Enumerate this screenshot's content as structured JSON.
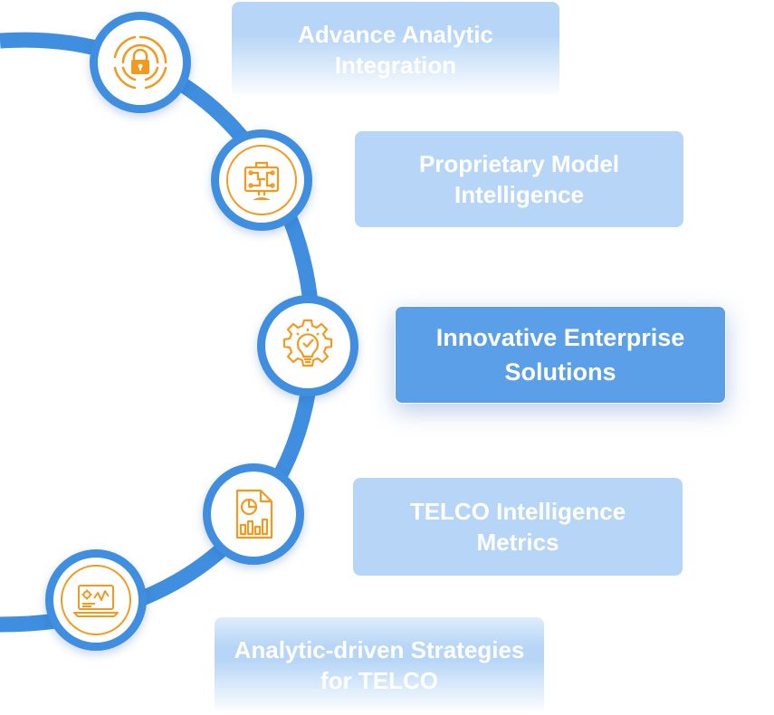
{
  "steps": [
    {
      "label": "Advance Analytic\nIntegration",
      "icon": "padlock-icon"
    },
    {
      "label": "Proprietary Model\nIntelligence",
      "icon": "circuit-monitor-icon"
    },
    {
      "label": "Innovative Enterprise\nSolutions",
      "icon": "lightbulb-gear-icon"
    },
    {
      "label": "TELCO Intelligence\nMetrics",
      "icon": "report-chart-icon"
    },
    {
      "label": "Analytic-driven Strategies\nfor TELCO",
      "icon": "laptop-analytics-icon"
    }
  ],
  "active_step": 2,
  "colors": {
    "arc": "#3f8edf",
    "icon": "#f29a1f",
    "card": "#b7d6f7",
    "card_active": "#5a9fe8"
  }
}
